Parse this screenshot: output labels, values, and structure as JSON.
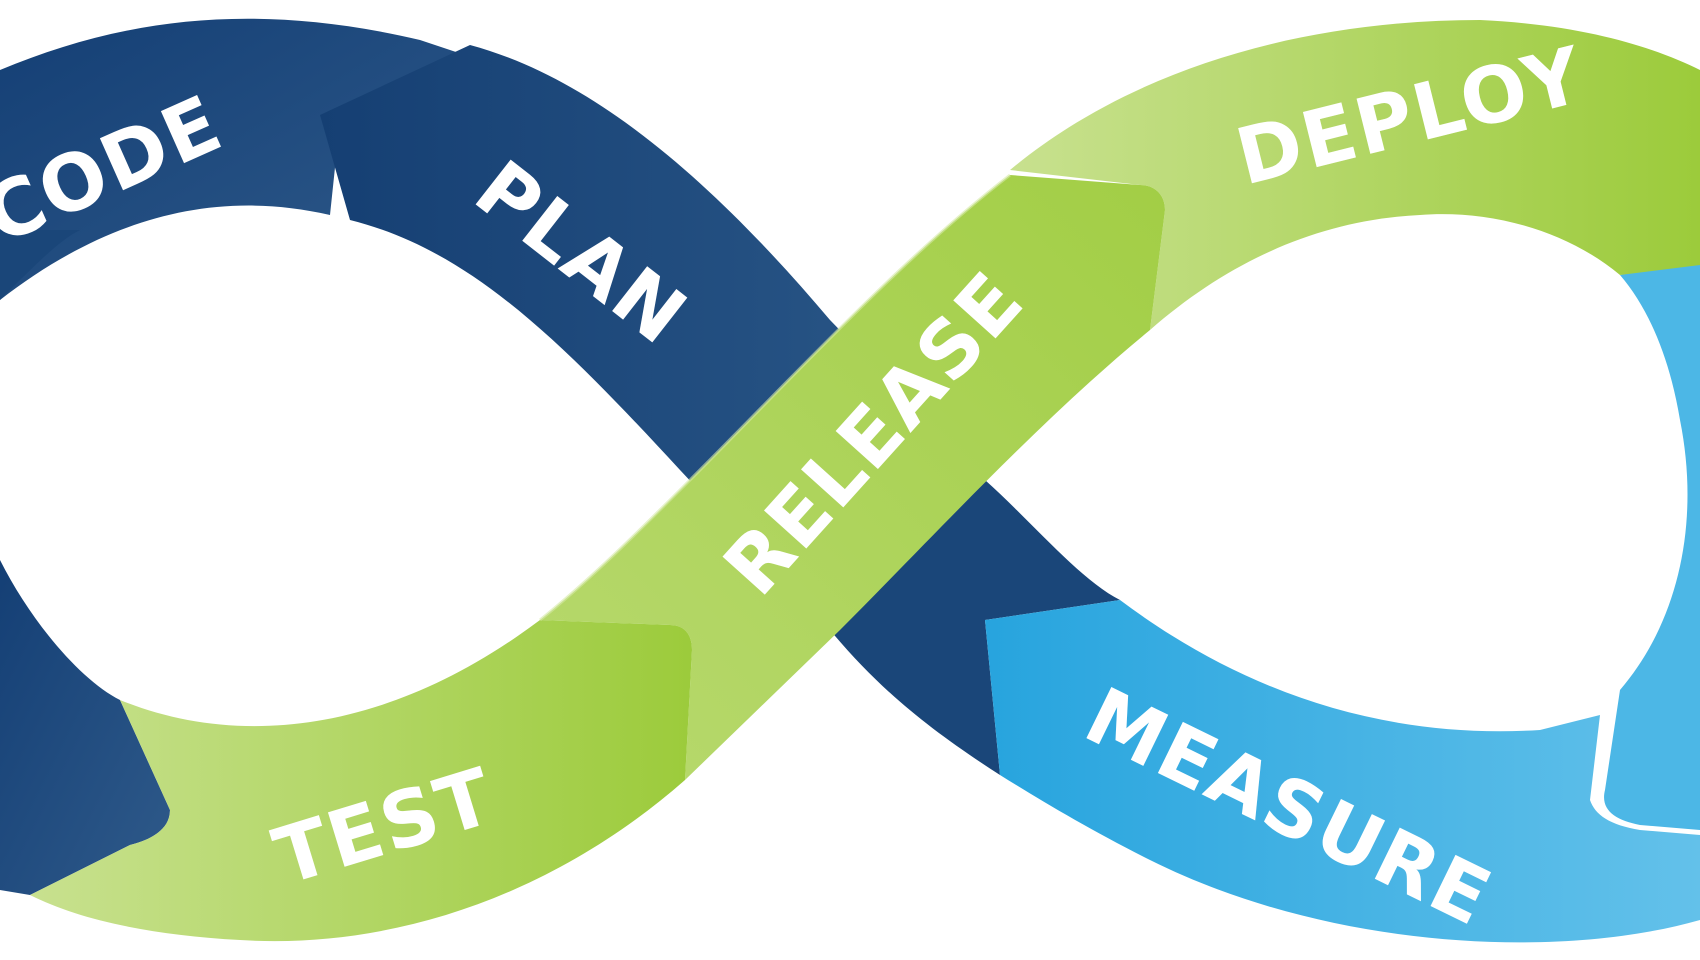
{
  "stages": [
    {
      "id": "code",
      "label": "CODE"
    },
    {
      "id": "plan",
      "label": "PLAN"
    },
    {
      "id": "release",
      "label": "RELEASE"
    },
    {
      "id": "deploy",
      "label": "DEPLOY"
    },
    {
      "id": "test",
      "label": "TEST"
    },
    {
      "id": "measure",
      "label": "MEASURE"
    }
  ],
  "colors": {
    "navy_dark": "#143f75",
    "navy_light": "#2f5a8a",
    "green_dark": "#9ccb3b",
    "green_light": "#c5df88",
    "blue_dark": "#27a4de",
    "blue_light": "#63c1ea",
    "label": "#ffffff"
  }
}
